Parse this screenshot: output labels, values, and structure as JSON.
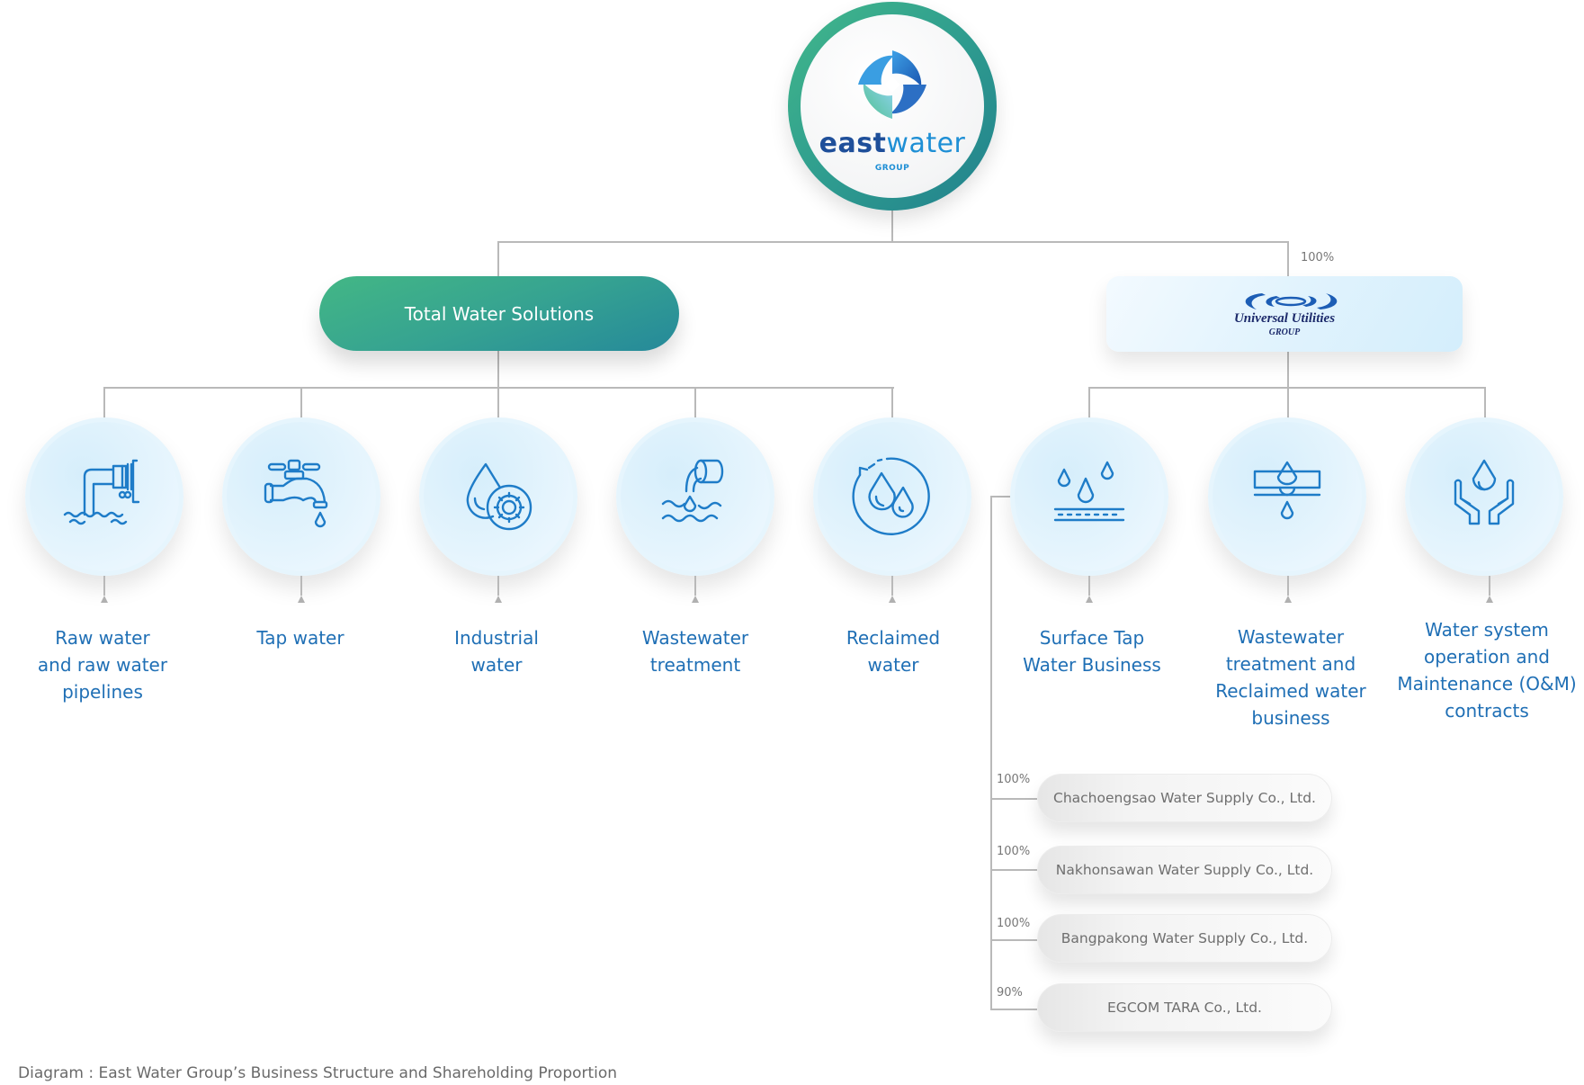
{
  "root": {
    "name": "East Water Group",
    "logo_word_bold": "east",
    "logo_word_light": "water",
    "logo_sub": "GROUP"
  },
  "branches": {
    "total_water_solutions": {
      "label": "Total Water Solutions",
      "services": [
        {
          "label": "Raw water and raw water pipelines",
          "lines": [
            "Raw water",
            "and raw water",
            "pipelines"
          ],
          "icon": "pipe-water-icon"
        },
        {
          "label": "Tap water",
          "lines": [
            "Tap water"
          ],
          "icon": "faucet-icon"
        },
        {
          "label": "Industrial water",
          "lines": [
            "Industrial",
            "water"
          ],
          "icon": "drop-gear-icon"
        },
        {
          "label": "Wastewater treatment",
          "lines": [
            "Wastewater",
            "treatment"
          ],
          "icon": "wastewater-pour-icon"
        },
        {
          "label": "Reclaimed water",
          "lines": [
            "Reclaimed",
            "water"
          ],
          "icon": "recycle-drops-icon"
        }
      ]
    },
    "universal_utilities": {
      "name": "Universal Utilities",
      "sub": "GROUP",
      "shareholding": "100%",
      "services": [
        {
          "label": "Surface Tap Water Business",
          "lines": [
            "Surface Tap",
            "Water Business"
          ],
          "icon": "drops-filter-icon"
        },
        {
          "label": "Wastewater treatment and Reclaimed water business",
          "lines": [
            "Wastewater",
            "treatment and",
            "Reclaimed water",
            "business"
          ],
          "icon": "filtration-drop-icon"
        },
        {
          "label": "Water system operation and Maintenance (O&M) contracts",
          "lines": [
            "Water system",
            "operation and",
            "Maintenance (O&M)",
            "contracts"
          ],
          "icon": "hands-drop-icon"
        }
      ],
      "subsidiaries": [
        {
          "name": "Chachoengsao Water Supply Co., Ltd.",
          "shareholding": "100%"
        },
        {
          "name": "Nakhonsawan Water Supply Co., Ltd.",
          "shareholding": "100%"
        },
        {
          "name": "Bangpakong Water Supply Co., Ltd.",
          "shareholding": "100%"
        },
        {
          "name": "EGCOM TARA Co., Ltd.",
          "shareholding": "90%"
        }
      ]
    }
  },
  "caption": "Diagram : East Water Group’s Business Structure and Shareholding Proportion",
  "colors": {
    "connector": "#b9b9b9",
    "label_blue": "#1f6fb5",
    "icon_blue": "#1e7cc8",
    "teal_start": "#43b785",
    "teal_end": "#25899a"
  }
}
